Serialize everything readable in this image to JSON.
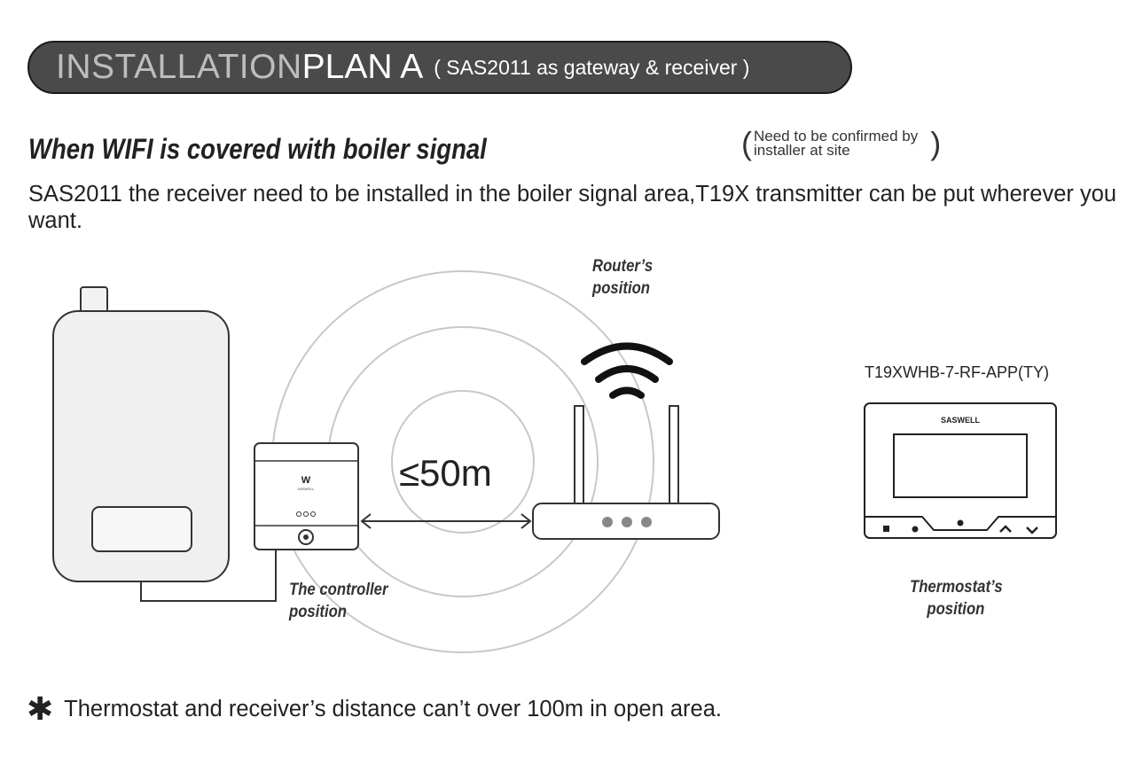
{
  "banner": {
    "prefix": "INSTALLATION",
    "plan": "PLAN A",
    "subtitle": "( SAS2011 as gateway & receiver )"
  },
  "heading": "When WIFI is covered with boiler signal",
  "note": {
    "open": "(",
    "line1": "Need to be confirmed by",
    "line2": "installer at site",
    "close": ")"
  },
  "description": "SAS2011 the receiver need to be installed in the boiler signal area,T19X transmitter can be put wherever you want.",
  "labels": {
    "router_line1": "Router’s",
    "router_line2": "position",
    "controller_line1": "The controller",
    "controller_line2": "position",
    "thermostat_line1": "Thermostat’s",
    "thermostat_line2": "position",
    "distance": "≤50m",
    "model": "T19XWHB-7-RF-APP(TY)",
    "brand": "SASWELL"
  },
  "icons": {
    "boiler": "boiler-icon",
    "controller": "controller-icon",
    "router": "router-icon",
    "wifi": "wifi-icon",
    "thermostat": "thermostat-icon",
    "asterisk": "asterisk-icon"
  },
  "footnote": {
    "symbol": "✱",
    "text": "Thermostat and receiver’s distance can’t over 100m in open area."
  }
}
